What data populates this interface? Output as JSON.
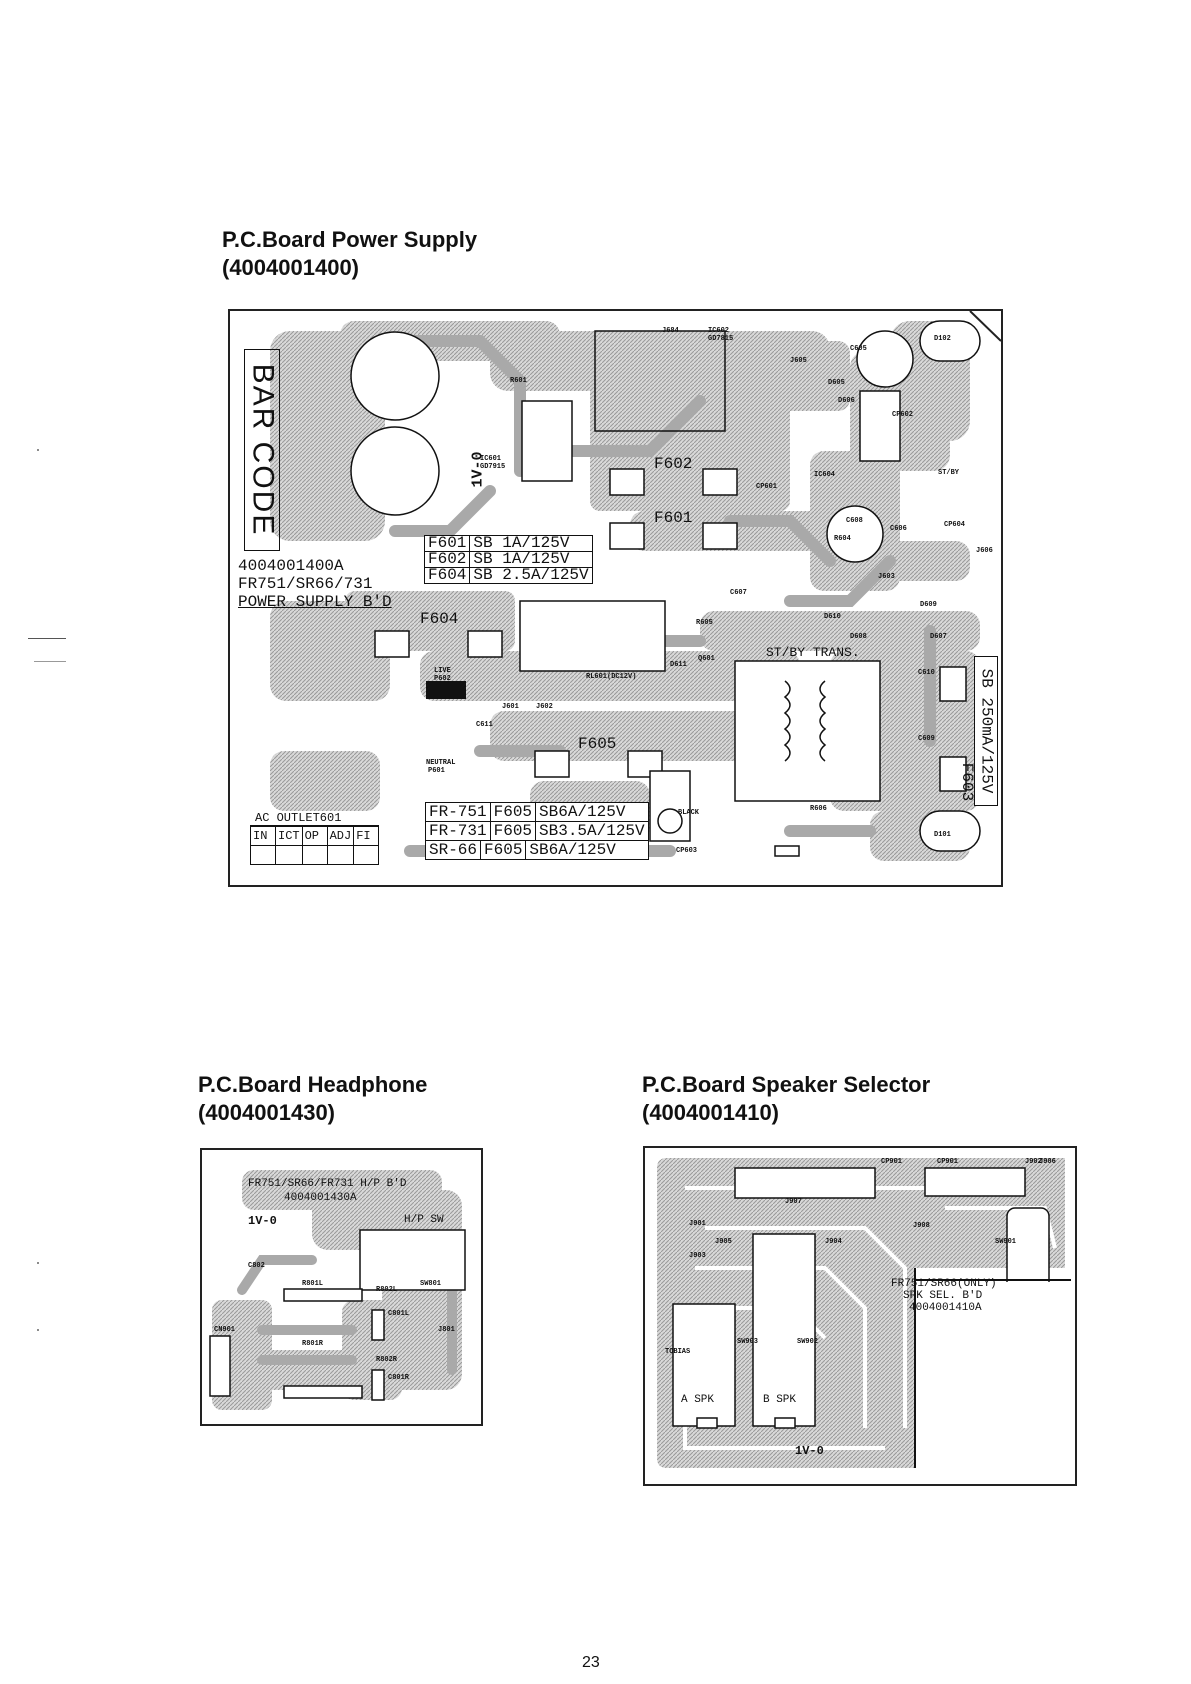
{
  "page_number": "23",
  "power_supply": {
    "title": "P.C.Board Power Supply",
    "part_no": "(4004001400)",
    "bar_code": "BAR CODE",
    "board_id": [
      "4004001400A",
      "FR751/SR66/731",
      "POWER SUPPLY B'D"
    ],
    "fuse_labels": {
      "f601": "F601",
      "f602": "F602",
      "f603": "F603",
      "f604": "F604",
      "f605": "F605"
    },
    "fuse_table": [
      {
        "fuse": "F601",
        "spec": "SB  1A/125V"
      },
      {
        "fuse": "F602",
        "spec": "SB  1A/125V"
      },
      {
        "fuse": "F604",
        "spec": "SB  2.5A/125V"
      }
    ],
    "f605_table": [
      {
        "model": "FR-751",
        "fuse": "F605",
        "spec": "SB6A/125V"
      },
      {
        "model": "FR-731",
        "fuse": "F605",
        "spec": "SB3.5A/125V"
      },
      {
        "model": "SR-66",
        "fuse": "F605",
        "spec": "SB6A/125V"
      }
    ],
    "f603_spec": "SB 250mA/125V",
    "ac_outlet": {
      "title": "AC OUTLET601",
      "cells": [
        "IN",
        "ICT",
        "OP",
        "ADJ",
        "FI"
      ]
    },
    "st_by_trans": "ST/BY TRANS.",
    "ul_mark": "1V-0",
    "component_labels": {
      "j684": "J684",
      "ic602": "IC602",
      "gd7815": "GD7815",
      "r601": "R601",
      "ic601": "IC601",
      "gd7915": "GD7915",
      "cp601": "CP601",
      "ic604": "IC604",
      "cp602": "CP602",
      "cp604": "CP604",
      "cp603": "CP603",
      "c605": "C605",
      "c606": "C606",
      "c607": "C607",
      "c608": "C608",
      "c609": "C609",
      "c610": "C610",
      "c611": "C611",
      "r604": "R604",
      "r605": "R605",
      "r606": "R606",
      "rl601": "RL601(DC12V)",
      "d611": "D611",
      "q601": "Q601",
      "j603": "J603",
      "j605": "J605",
      "j606": "J606",
      "j601": "J601",
      "j602": "J602",
      "d605": "D605",
      "d606": "D606",
      "d607": "D607",
      "d608": "D608",
      "d609": "D609",
      "d610": "D610",
      "d101": "D101",
      "d102": "D102",
      "live": "LIVE",
      "neutral": "NEUTRAL",
      "p602": "P602",
      "p601": "P601",
      "black": "BLACK",
      "stby": "ST/BY"
    }
  },
  "headphone": {
    "title": "P.C.Board Headphone",
    "part_no": "(4004001430)",
    "board_id": [
      "FR751/SR66/FR731 H/P B'D",
      "4004001430A"
    ],
    "ul_mark": "1V-0",
    "hp_sw": "H/P SW",
    "component_labels": {
      "c802": "C802",
      "r801l": "R801L",
      "r801r": "R801R",
      "r802l": "R802L",
      "r802r": "R802R",
      "c801l": "C801L",
      "c801r": "C801R",
      "sw801": "SW801",
      "cn901": "CN901",
      "j801": "J801"
    }
  },
  "speaker_selector": {
    "title": "P.C.Board Speaker Selector",
    "part_no": "(4004001410)",
    "board_id": [
      "FR751/SR66(ONLY)",
      "SPK SEL. B'D",
      "4004001410A"
    ],
    "ul_mark": "1V-0",
    "a_spk": "A SPK",
    "b_spk": "B SPK",
    "component_labels": {
      "cp901": "CP901",
      "cp901b": "CP901",
      "j901": "J901",
      "j902": "J902",
      "j903": "J903",
      "j904": "J904",
      "j905": "J905",
      "j906": "J906",
      "j907": "J907",
      "j908": "J908",
      "sw901": "SW901",
      "sw902": "SW902",
      "sw903": "SW903",
      "tobias": "TOBIAS"
    }
  },
  "colors": {
    "trace": "#b8b8b8",
    "ink": "#111111",
    "paper": "#ffffff"
  }
}
